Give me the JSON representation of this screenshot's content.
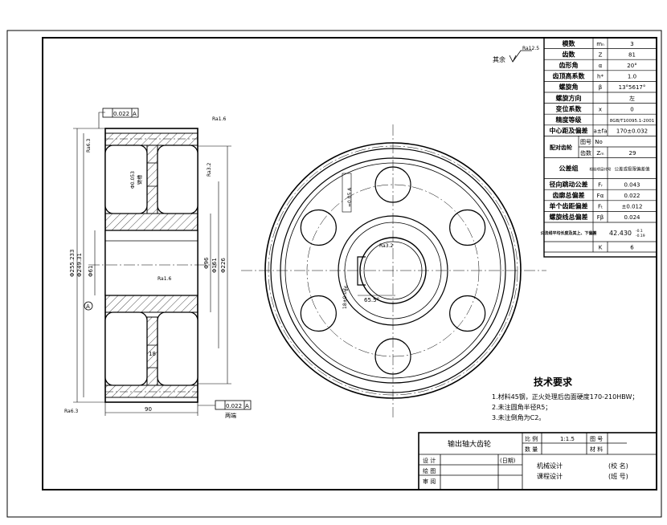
{
  "gear_params": [
    {
      "name": "模数",
      "sym": "mₙ",
      "val": "3"
    },
    {
      "name": "齿数",
      "sym": "Z",
      "val": "81"
    },
    {
      "name": "齿形角",
      "sym": "α",
      "val": "20°"
    },
    {
      "name": "齿顶高系数",
      "sym": "h*",
      "val": "1.0"
    },
    {
      "name": "螺旋角",
      "sym": "β",
      "val": "13°5617°"
    },
    {
      "name": "螺旋方向",
      "sym": "",
      "val": "左"
    },
    {
      "name": "变位系数",
      "sym": "x",
      "val": "0"
    },
    {
      "name": "精度等级",
      "sym": "",
      "val": "8GB/T10095.1-2001"
    },
    {
      "name": "中心距及偏差",
      "sym": "a±fa",
      "val": "170±0.032"
    }
  ],
  "mating": {
    "label": "配对齿轮",
    "r1_key": "图号",
    "r1_val": "No",
    "r2_key": "齿数",
    "r2_sym": "Zₘ",
    "r2_val": "29"
  },
  "tol_group": {
    "label": "公差组",
    "c2": "检验项目代号",
    "c3": "公差或极限偏差值"
  },
  "tolerances": [
    {
      "name": "径向跳动公差",
      "sym": "Fᵣ",
      "val": "0.043"
    },
    {
      "name": "齿廓总偏差",
      "sym": "Fα",
      "val": "0.022"
    },
    {
      "name": "单个齿距偏差",
      "sym": "Fₜ",
      "val": "±0.012"
    },
    {
      "name": "螺旋线总偏差",
      "sym": "Fβ",
      "val": "0.024"
    }
  ],
  "common_normal": {
    "label": "公法线平均长度及其上、下偏差",
    "val": "42.430",
    "dev_upper": "-0.1",
    "dev_lower": "-0.19"
  },
  "span": {
    "label": "跨齿数",
    "sym": "K",
    "val": "6"
  },
  "roughness": {
    "other": "其余",
    "sym": "Ra12.5"
  },
  "notes": {
    "title": "技术要求",
    "lines": [
      "1.材料45钢，正火处理后齿面硬度170-210HBW；",
      "2.未注圆角半径R5；",
      "3.未注倒角为C2。"
    ]
  },
  "title_block": {
    "part": "输出轴大齿轮",
    "scale_label": "比 例",
    "scale": "1:1.5",
    "fig_label": "图 号",
    "qty_label": "数 量",
    "mat_label": "材 料",
    "design": "设 计",
    "date": "(日期)",
    "draw": "绘 图",
    "review": "审 阅",
    "course1": "机械设计",
    "course2": "课程设计",
    "school": "(校 名)",
    "cls": "(班 号)"
  },
  "side_dims": {
    "tol1": "0.022",
    "datum": "A",
    "tol2": "0.022",
    "both": "两端",
    "width": "90",
    "hub": "18",
    "b1": "Ra1.6",
    "b2": "Ra3.2",
    "b3": "Ra6.3",
    "b4": "Ra6.3",
    "d1": "Φ255.233",
    "d2": "Φ249.31",
    "d3": "Φ61",
    "d4": "Φ96",
    "d5": "Φ161",
    "d6": "Φ226",
    "key": "Φ0.053",
    "datumA": "A",
    "b5": "Ra1.6",
    "k1": "键槽"
  },
  "front_dims": {
    "sym": "=0.05 A",
    "depth": "16",
    "angle": "65.5°",
    "keyw": "18±0.02",
    "rough": "Ra3.2"
  }
}
